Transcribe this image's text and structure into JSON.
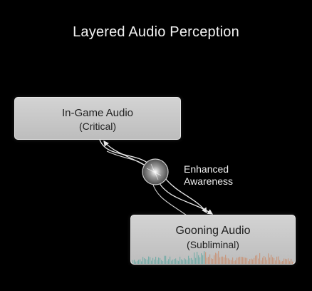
{
  "title": "Layered Audio Perception",
  "nodes": {
    "top": {
      "line1": "In-Game Audio",
      "line2": "(Critical)"
    },
    "bottom": {
      "line1": "Gooning Audio",
      "line2": "(Subliminal)"
    }
  },
  "hub_label": {
    "line1": "Enhanced",
    "line2": "Awareness"
  },
  "colors": {
    "background": "#000000",
    "box": "#c8c8c8",
    "arrow": "#e6e6e6",
    "waveform_left": "#5fa7a0",
    "waveform_right": "#c98b6a"
  }
}
